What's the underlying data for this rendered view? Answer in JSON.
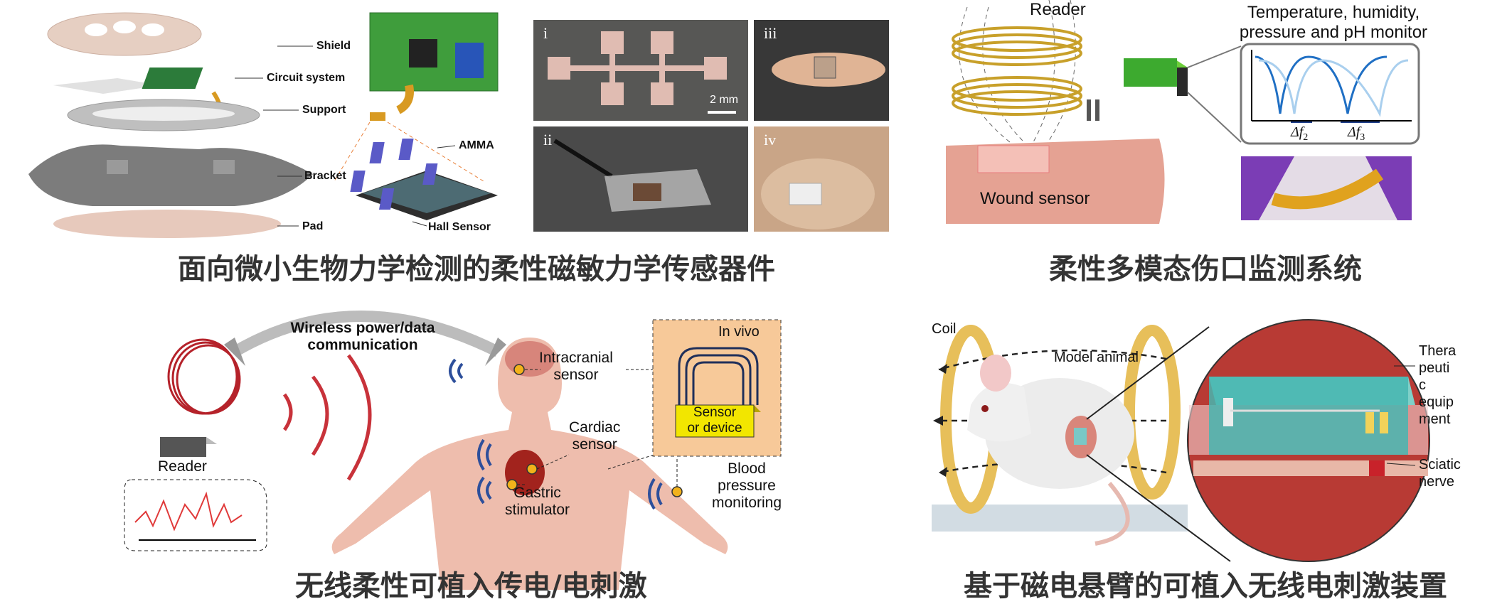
{
  "panels": {
    "top_left": {
      "caption": "面向微小生物力学检测的柔性磁敏力学传感器件",
      "layers": [
        "Shield",
        "Circuit system",
        "Support",
        "Bracket",
        "Pad"
      ],
      "inset_labels": [
        "AMMA",
        "Hall Sensor"
      ],
      "photos": [
        {
          "tag": "i",
          "scale": "2 mm"
        },
        {
          "tag": "iii"
        },
        {
          "tag": "ii"
        },
        {
          "tag": "iv"
        }
      ]
    },
    "top_right": {
      "caption": "柔性多模态伤口监测系统",
      "reader": "Reader",
      "monitor_title_line1": "Temperature, humidity,",
      "monitor_title_line2": "pressure and pH monitor",
      "delta_f2": "Δf",
      "delta_f2_sub": "2",
      "delta_f3": "Δf",
      "delta_f3_sub": "3",
      "wound_label": "Wound sensor"
    },
    "bottom_left": {
      "caption": "无线柔性可植入传电/电刺激",
      "wireless_line1": "Wireless power/data",
      "wireless_line2": "communication",
      "reader": "Reader",
      "intracranial_line1": "Intracranial",
      "intracranial_line2": "sensor",
      "cardiac_line1": "Cardiac",
      "cardiac_line2": "sensor",
      "gastric_line1": "Gastric",
      "gastric_line2": "stimulator",
      "blood_line1": "Blood",
      "blood_line2": "pressure",
      "blood_line3": "monitoring",
      "in_vivo": "In vivo",
      "sensor_line1": "Sensor",
      "sensor_line2": "or device"
    },
    "bottom_right": {
      "caption": "基于磁电悬臂的可植入无线电刺激装置",
      "coil": "Coil",
      "model_animal": "Model animal",
      "therapeutic_lines": [
        "Thera",
        "peuti",
        "c",
        "equip",
        "ment"
      ],
      "sciatic_line1": "Sciatic",
      "sciatic_line2": "nerve"
    }
  },
  "colors": {
    "caption": "#333333",
    "coil_copper": "#c8a02a",
    "reader_green": "#3daa2f",
    "sensor_yellow": "#f2e600",
    "invivo_bg": "#f7c999",
    "wave_red": "#c8323a",
    "wave_blue": "#2d4f9b",
    "skin": "#e8b2a0",
    "muscle_red": "#b83a34"
  }
}
